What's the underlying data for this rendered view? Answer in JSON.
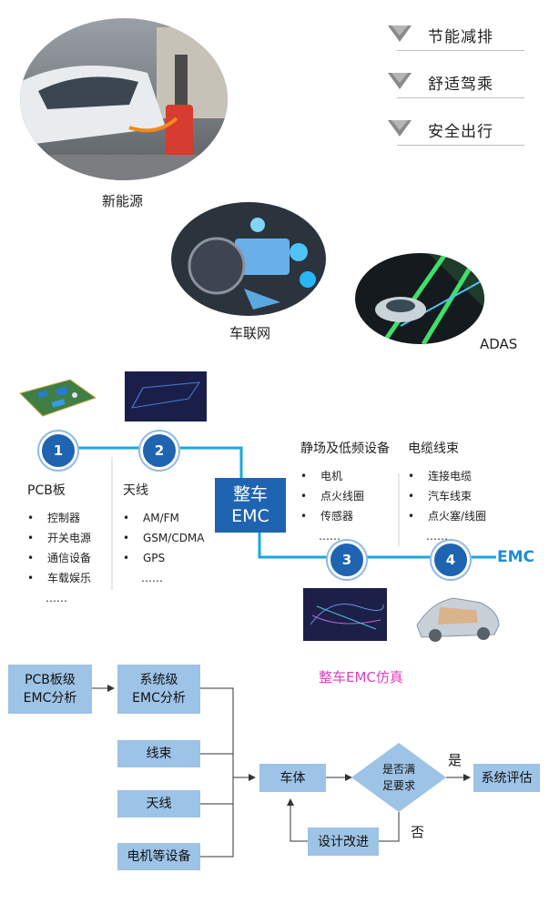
{
  "top": {
    "benefits": [
      "节能减排",
      "舒适驾乘",
      "安全出行"
    ],
    "photo_labels": {
      "ev": "新能源",
      "iov": "车联网",
      "adas": "ADAS"
    }
  },
  "timeline": {
    "center_box": {
      "line1": "整车",
      "line2": "EMC"
    },
    "end_label": "EMC",
    "sim_label": "整车EMC仿真",
    "groups": [
      {
        "num": "1",
        "title": "PCB板",
        "items": [
          "控制器",
          "开关电源",
          "通信设备",
          "车载娱乐"
        ],
        "more": "……"
      },
      {
        "num": "2",
        "title": "天线",
        "items": [
          "AM/FM",
          "GSM/CDMA",
          "GPS"
        ],
        "more": "……"
      },
      {
        "num": "3",
        "title": "静场及低频设备",
        "items": [
          "电机",
          "点火线圈",
          "传感器"
        ],
        "more": "……"
      },
      {
        "num": "4",
        "title": "电缆线束",
        "items": [
          "连接电缆",
          "汽车线束",
          "点火塞/线圈"
        ],
        "more": "……"
      }
    ]
  },
  "flow": {
    "pcb": {
      "line1": "PCB板级",
      "line2": "EMC分析"
    },
    "system": {
      "line1": "系统级",
      "line2": "EMC分析"
    },
    "harness": "线束",
    "antenna": "天线",
    "motor": "电机等设备",
    "body": "车体",
    "decision": {
      "line1": "是否满",
      "line2": "足要求"
    },
    "yes": "是",
    "no": "否",
    "eval": "系统评估",
    "improve": "设计改进"
  },
  "colors": {
    "accent": "#1aa7e0",
    "node": "#1f64b0",
    "box": "#9dc3e6",
    "emc_text": "#1a8fd6",
    "sim_text": "#e040c0"
  }
}
